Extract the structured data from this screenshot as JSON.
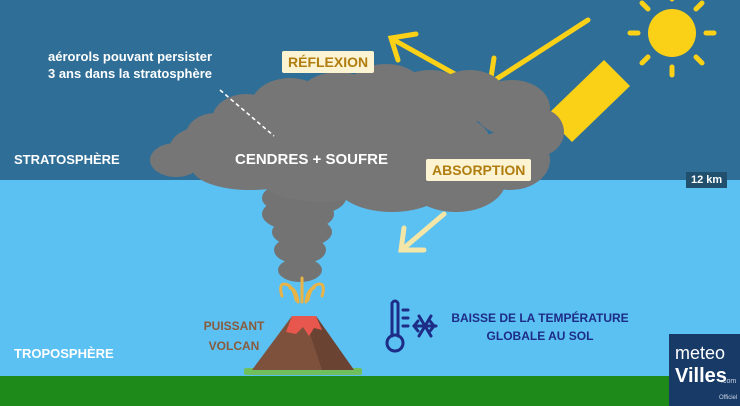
{
  "layers": {
    "stratosphere": "STRATOSPHÈRE",
    "troposphere": "TROPOSPHÈRE",
    "altitude": "12 km"
  },
  "annotation": {
    "line1": "aérorols pouvant persister",
    "line2": "3 ans dans la stratosphère"
  },
  "cloud_label": "CENDRES + SOUFRE",
  "labels": {
    "reflexion": "RÉFLEXION",
    "absorption": "ABSORPTION"
  },
  "volcano": {
    "line1": "PUISSANT",
    "line2": "VOLCAN"
  },
  "cooling": {
    "line1": "BAISSE DE LA TEMPÉRATURE",
    "line2": "GLOBALE AU SOL",
    "icon": "thermometer-snowflake-icon"
  },
  "logo": {
    "top": "meteo",
    "bottom": "Villes",
    "domain": ".com",
    "official": "Officiel"
  },
  "colors": {
    "stratosphere": "#2f6e96",
    "troposphere": "#5bc0f2",
    "ground": "#1d8a1a",
    "sun": "#fbd118",
    "ash": "#737373",
    "lava": "#e8574e",
    "volcano": "#8a5a3c",
    "cooling": "#1d2c86"
  }
}
